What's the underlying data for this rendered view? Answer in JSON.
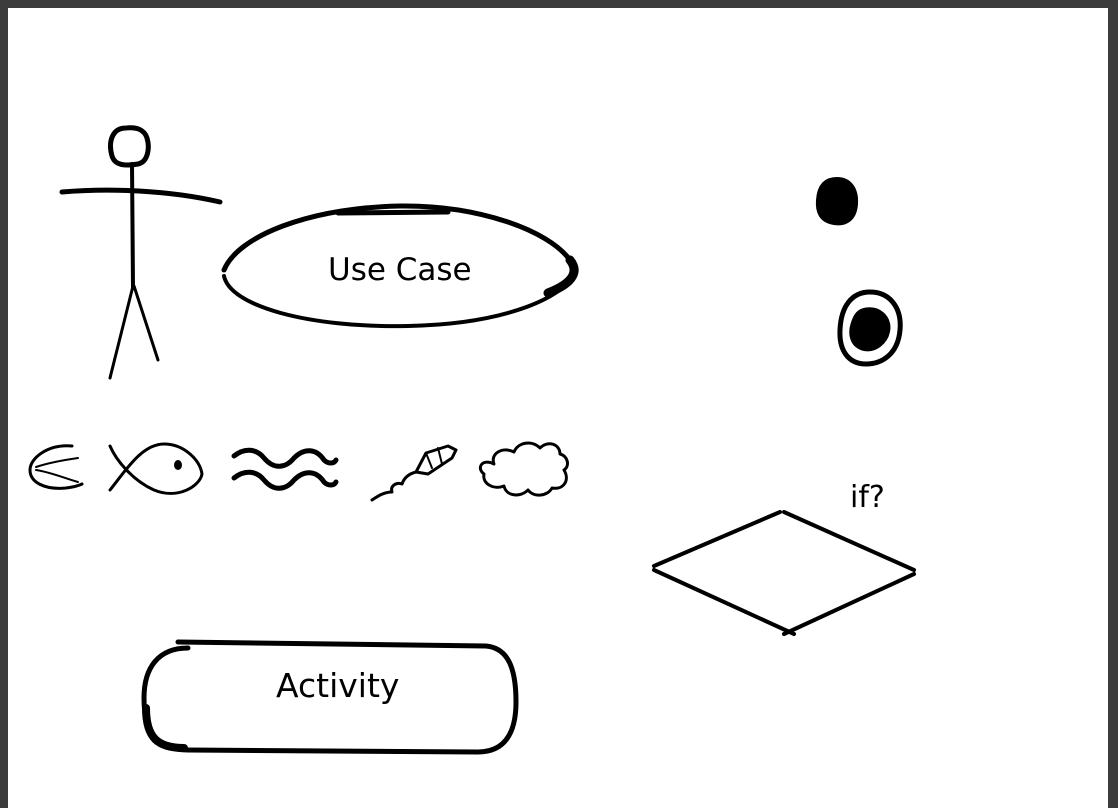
{
  "diagram": {
    "shapes": [
      {
        "kind": "actor-stick-figure"
      },
      {
        "kind": "use-case-ellipse",
        "label": "Use Case"
      },
      {
        "kind": "initial-node"
      },
      {
        "kind": "final-node"
      },
      {
        "kind": "leaf-icon"
      },
      {
        "kind": "fish-icon"
      },
      {
        "kind": "waves-icon"
      },
      {
        "kind": "kite-icon"
      },
      {
        "kind": "cloud-icon"
      },
      {
        "kind": "decision-diamond",
        "label": "if?"
      },
      {
        "kind": "activity-rounded-rect",
        "label": "Activity"
      }
    ]
  },
  "colors": {
    "stroke": "#000000",
    "background": "#ffffff",
    "frame": "#3c3c3c"
  }
}
